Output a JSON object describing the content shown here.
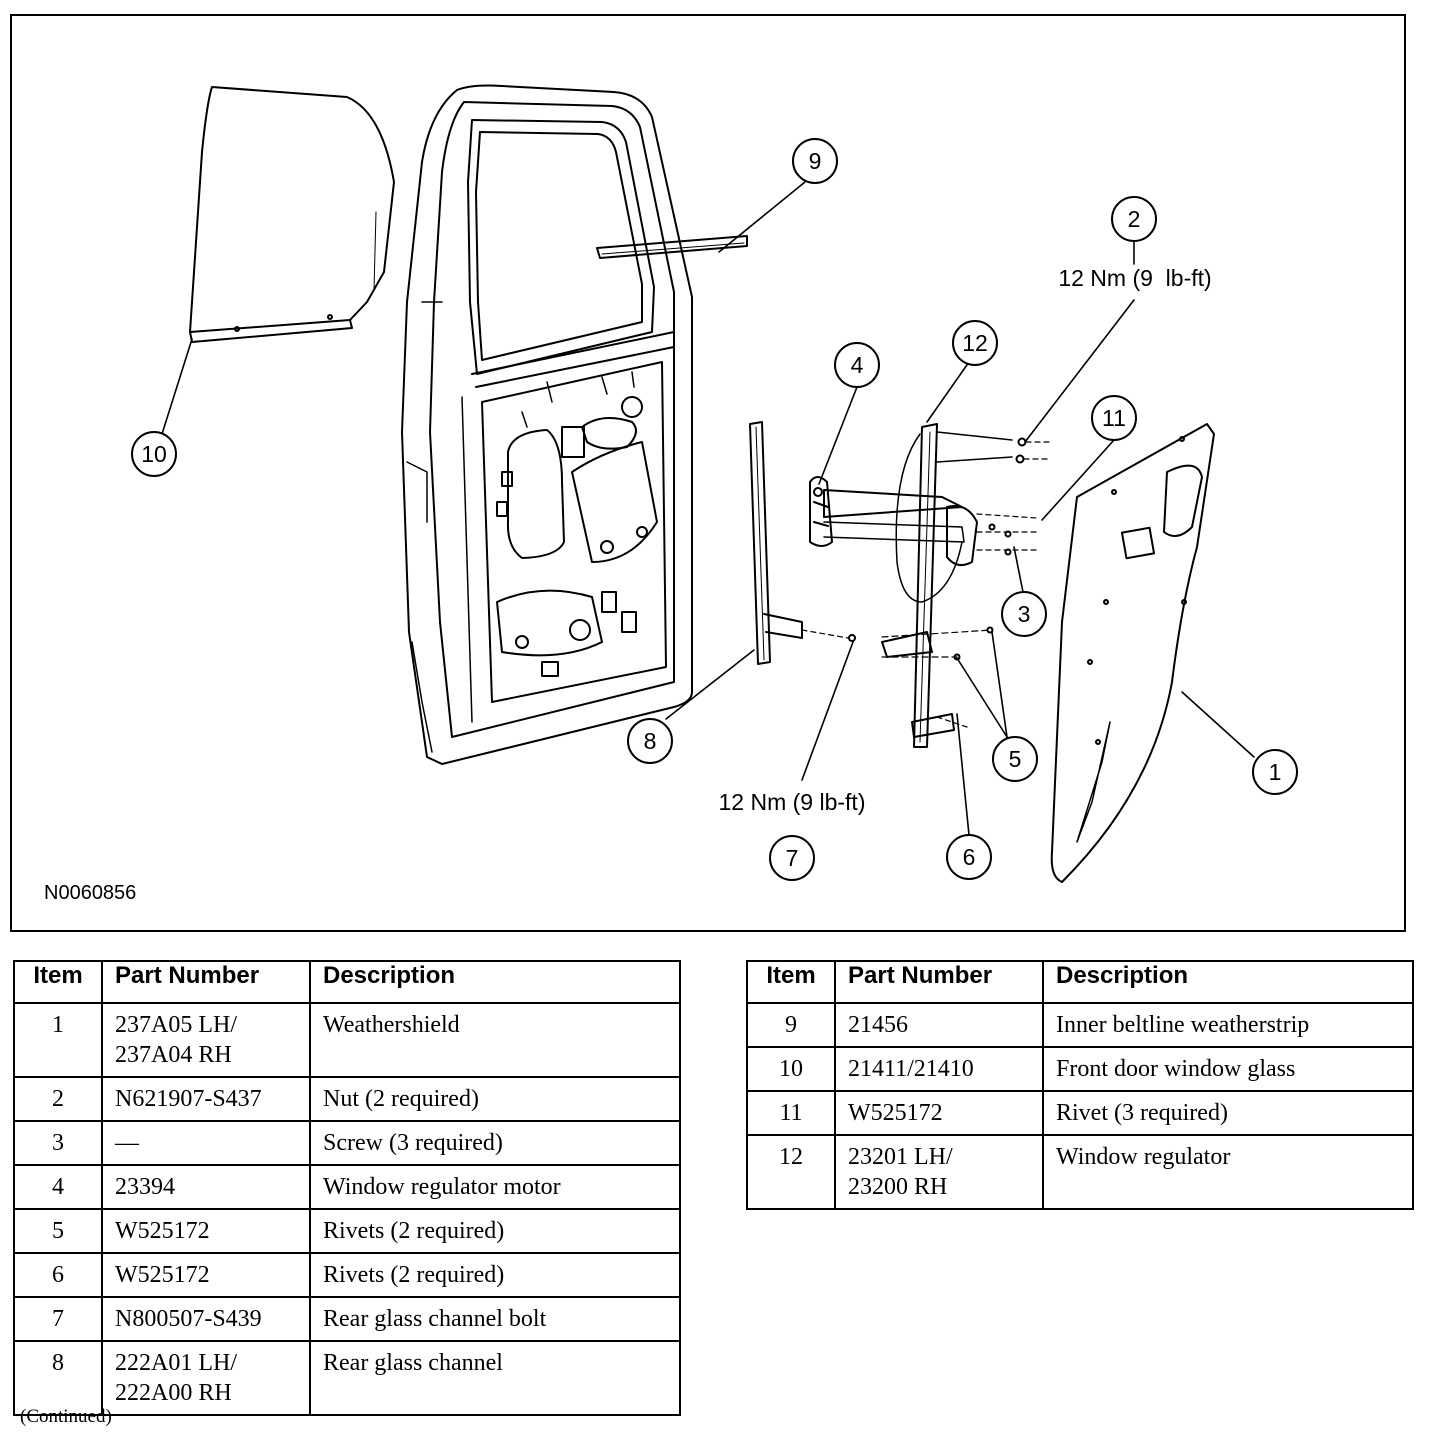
{
  "figure": {
    "id": "N0060856",
    "callouts": [
      {
        "num": "1"
      },
      {
        "num": "2"
      },
      {
        "num": "3"
      },
      {
        "num": "4"
      },
      {
        "num": "5"
      },
      {
        "num": "6"
      },
      {
        "num": "7"
      },
      {
        "num": "8"
      },
      {
        "num": "9"
      },
      {
        "num": "10"
      },
      {
        "num": "11"
      },
      {
        "num": "12"
      }
    ],
    "torque_2": "12 Nm (9  lb-ft)",
    "torque_7": "12 Nm (9 lb-ft)"
  },
  "table": {
    "headers": {
      "item": "Item",
      "part_number": "Part Number",
      "description": "Description"
    },
    "left_rows": [
      {
        "item": "1",
        "part_number": "237A05 LH/\n237A04 RH",
        "description": "Weathershield"
      },
      {
        "item": "2",
        "part_number": "N621907-S437",
        "description": "Nut (2 required)"
      },
      {
        "item": "3",
        "part_number": "—",
        "description": "Screw (3 required)"
      },
      {
        "item": "4",
        "part_number": "23394",
        "description": "Window regulator motor"
      },
      {
        "item": "5",
        "part_number": "W525172",
        "description": "Rivets (2 required)"
      },
      {
        "item": "6",
        "part_number": "W525172",
        "description": "Rivets (2 required)"
      },
      {
        "item": "7",
        "part_number": "N800507-S439",
        "description": "Rear glass channel bolt"
      },
      {
        "item": "8",
        "part_number": "222A01 LH/\n222A00 RH",
        "description": "Rear glass channel"
      }
    ],
    "right_rows": [
      {
        "item": "9",
        "part_number": "21456",
        "description": "Inner beltline weatherstrip"
      },
      {
        "item": "10",
        "part_number": "21411/21410",
        "description": "Front door window glass"
      },
      {
        "item": "11",
        "part_number": "W525172",
        "description": "Rivet (3 required)"
      },
      {
        "item": "12",
        "part_number": "23201 LH/\n23200 RH",
        "description": "Window regulator"
      }
    ]
  },
  "footer": {
    "continued": "(Continued)"
  }
}
